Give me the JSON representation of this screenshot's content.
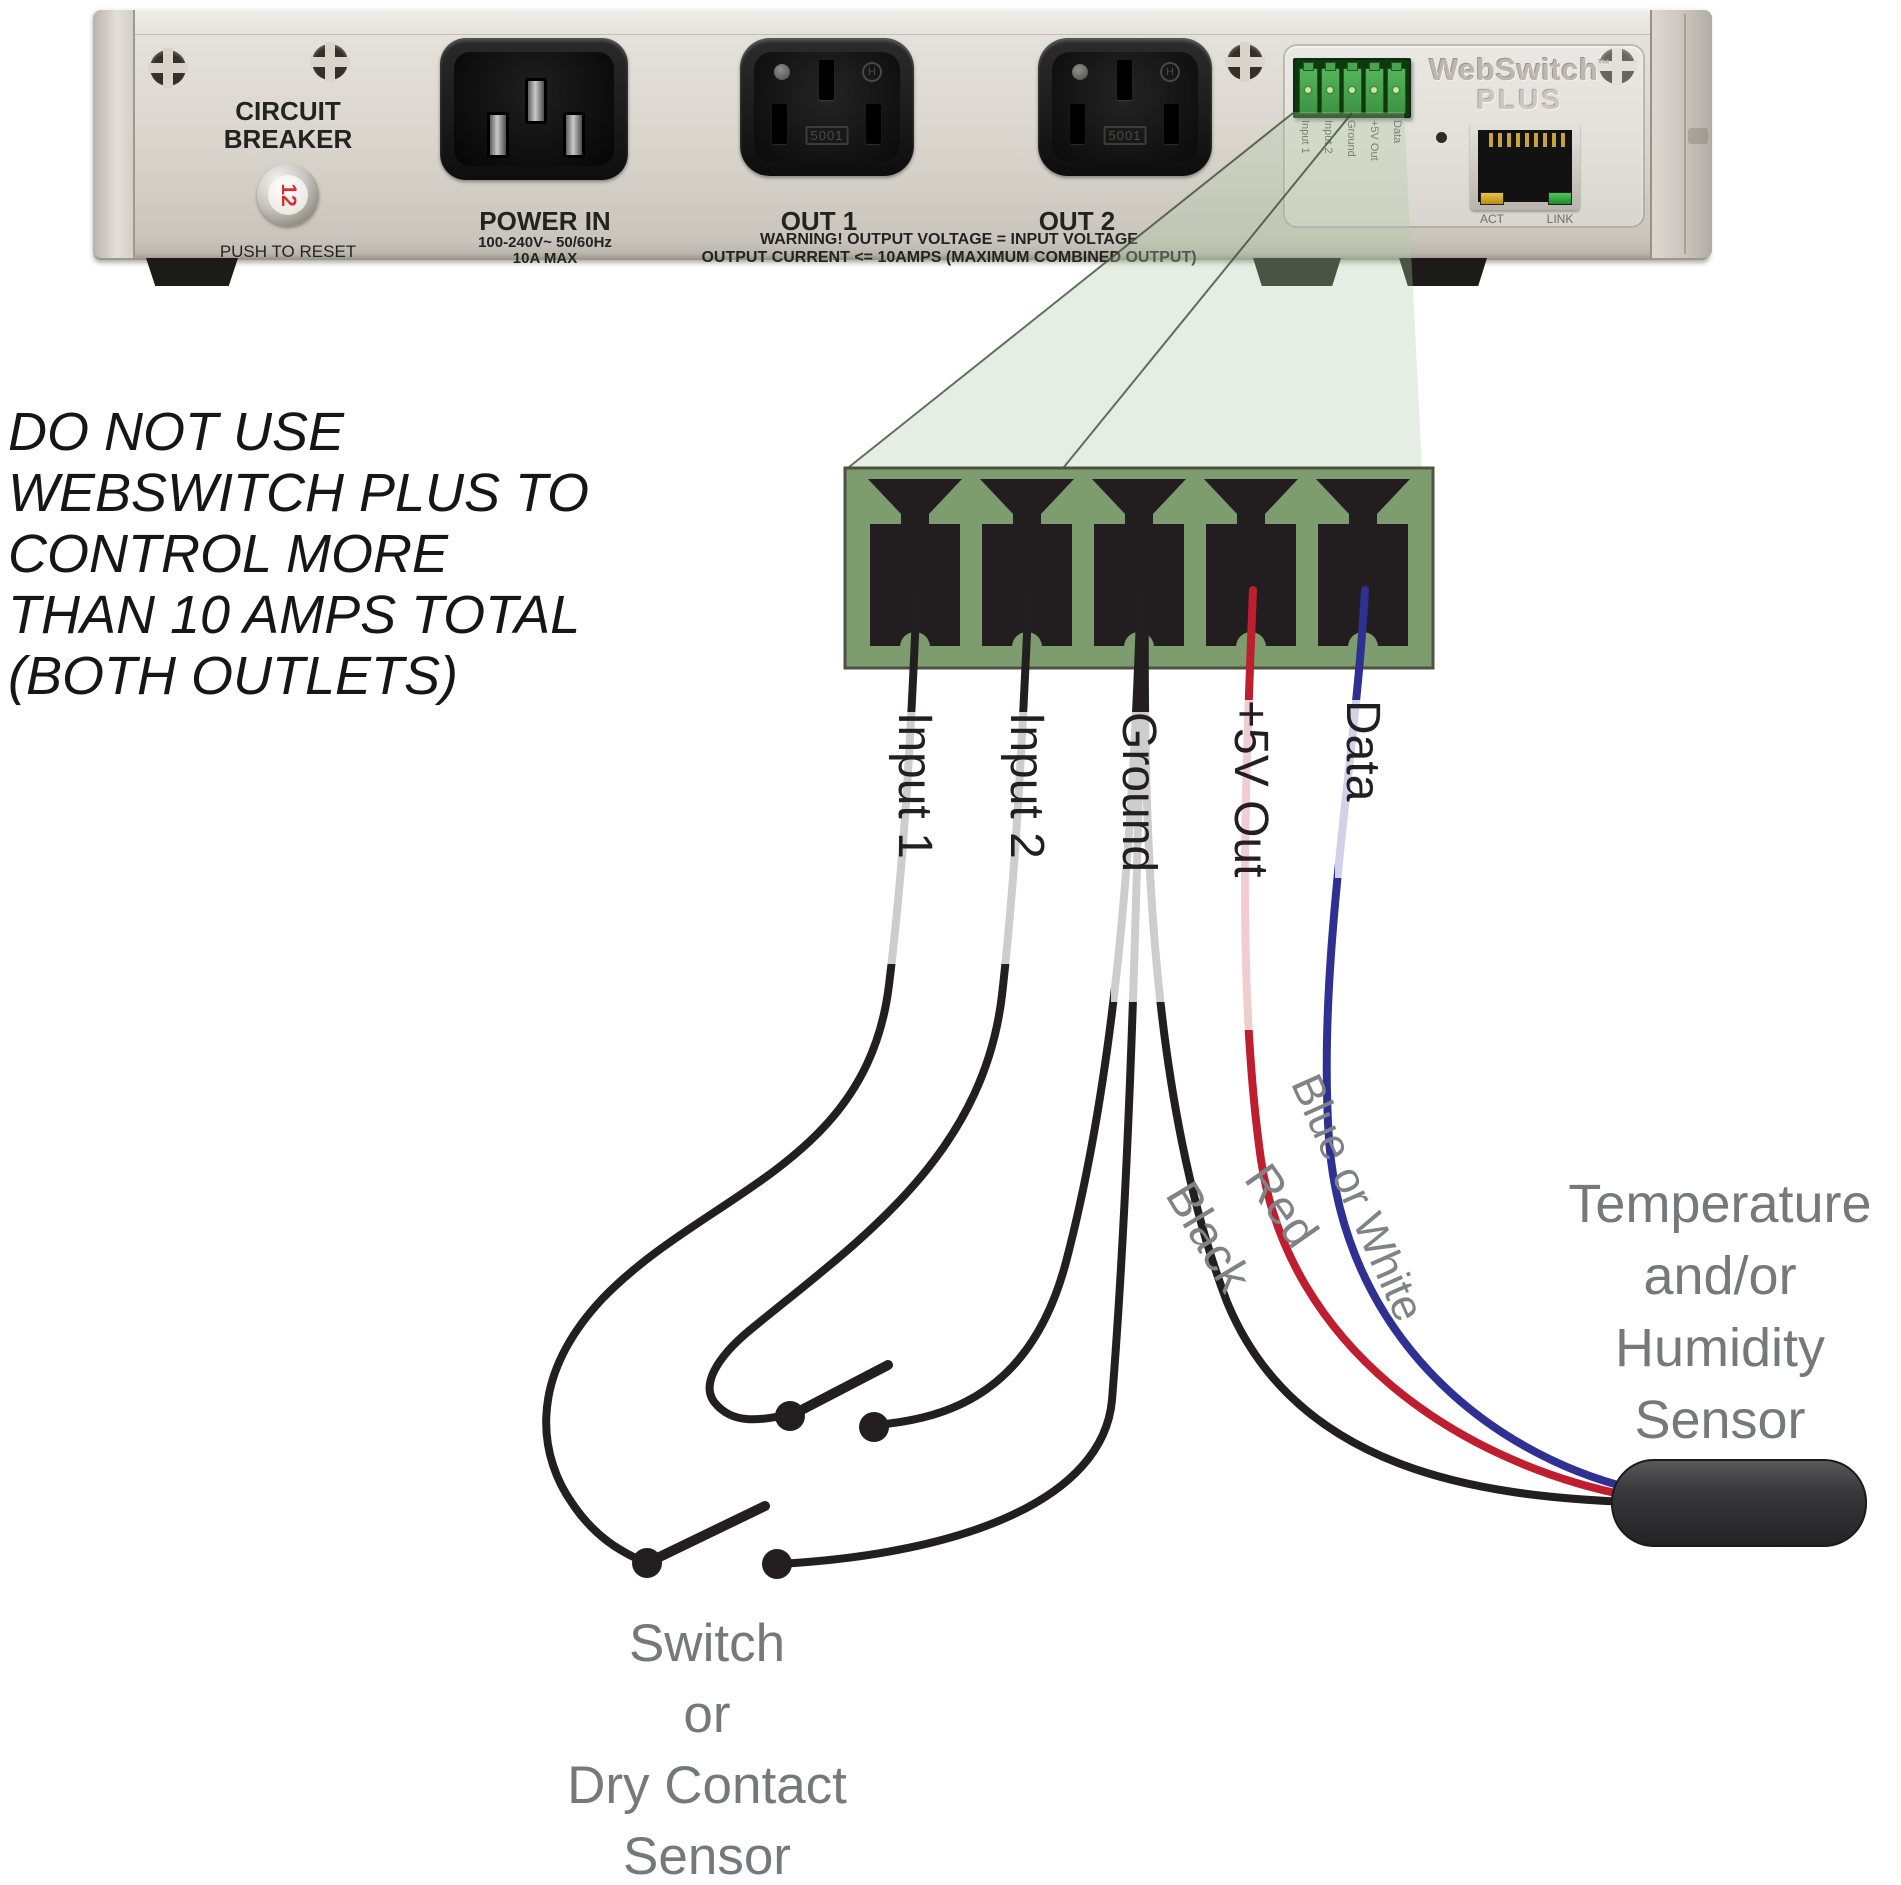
{
  "note_lines": [
    "DO NOT USE",
    "WEBSWITCH PLUS TO",
    "CONTROL MORE",
    "THAN 10 AMPS TOTAL",
    "(BOTH OUTLETS)"
  ],
  "device": {
    "circuit_breaker": {
      "line1": "CIRCUIT",
      "line2": "BREAKER",
      "button": "12",
      "push": "PUSH TO RESET"
    },
    "power": {
      "label": "POWER IN",
      "volts": "100-240V~  50/60Hz",
      "amps": "10A MAX"
    },
    "out1": "OUT 1",
    "out2": "OUT 2",
    "warning1": "WARNING!  OUTPUT VOLTAGE = INPUT VOLTAGE",
    "warning2": "OUTPUT CURRENT <= 10AMPS (MAXIMUM COMBINED OUTPUT)",
    "outlet_mark": "5001",
    "outlet_cert": "H",
    "brand": "WebSwitch",
    "brand_tm": "™",
    "model": "PLUS",
    "eth_act": "ACT",
    "eth_link": "LINK"
  },
  "pin_labels": [
    "Input 1",
    "Input 2",
    "Ground",
    "+5V Out",
    "Data"
  ],
  "wire_labels": {
    "black": "Black",
    "red": "Red",
    "blue": "Blue or White"
  },
  "sensor_caption_lines": [
    "Temperature",
    "and/or",
    "Humidity",
    "Sensor"
  ],
  "switch_caption_lines": [
    "Switch",
    "or",
    "Dry Contact",
    "Sensor"
  ],
  "colors": {
    "wire_black": "#231f20",
    "wire_red": "#be1e2d",
    "wire_blue": "#2e3192",
    "label_gray": "#808285",
    "block_green": "#7e9d6e",
    "connector_green": "#44a04b",
    "panel_beige": "#d9d5cd"
  }
}
